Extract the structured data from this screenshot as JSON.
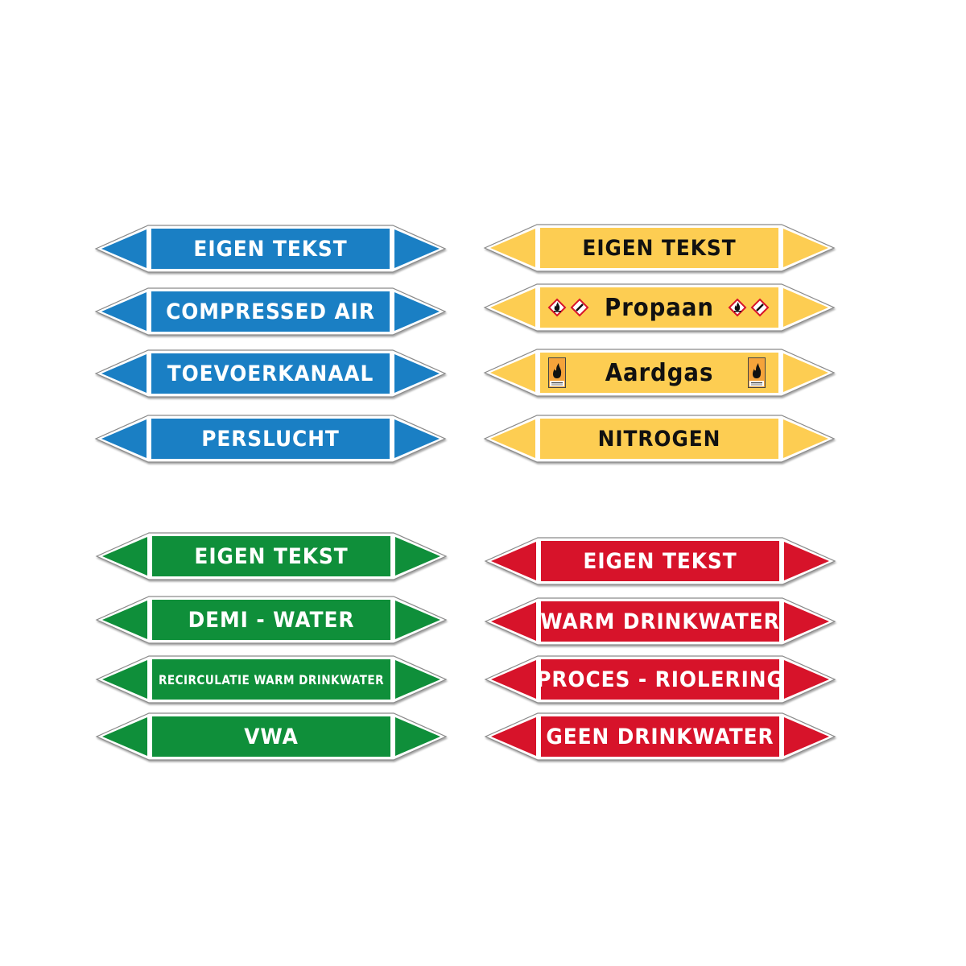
{
  "colors": {
    "blue": "#1a7fc4",
    "yellow": "#fdcd52",
    "green": "#0f8f3a",
    "red": "#d7132a"
  },
  "groups": [
    {
      "color": "blue",
      "text": "light",
      "markers": [
        {
          "label": "EIGEN TEKST"
        },
        {
          "label": "COMPRESSED AIR"
        },
        {
          "label": "TOEVOERKANAAL"
        },
        {
          "label": "PERSLUCHT"
        }
      ]
    },
    {
      "color": "yellow",
      "text": "dark",
      "markers": [
        {
          "label": "EIGEN TEKST"
        },
        {
          "label": "Propaan",
          "icons": "ghs"
        },
        {
          "label": "Aardgas",
          "icons": "flame-placard"
        },
        {
          "label": "NITROGEN"
        }
      ]
    },
    {
      "color": "green",
      "text": "light",
      "markers": [
        {
          "label": "EIGEN TEKST"
        },
        {
          "label": "DEMI - WATER"
        },
        {
          "label": "RECIRCULATIE WARM DRINKWATER",
          "small": true
        },
        {
          "label": "VWA"
        }
      ]
    },
    {
      "color": "red",
      "text": "light",
      "markers": [
        {
          "label": "EIGEN TEKST"
        },
        {
          "label": "WARM DRINKWATER"
        },
        {
          "label": "PROCES - RIOLERING"
        },
        {
          "label": "GEEN DRINKWATER"
        }
      ]
    }
  ]
}
